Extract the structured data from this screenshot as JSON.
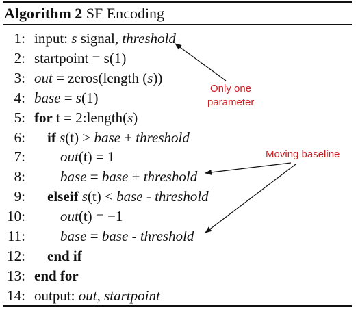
{
  "algorithm": {
    "label": "Algorithm 2",
    "name": "SF Encoding"
  },
  "lines": [
    {
      "num": "1:",
      "indent": 0,
      "parts": [
        {
          "t": "input: "
        },
        {
          "t": "s",
          "s": "it"
        },
        {
          "t": " signal, "
        },
        {
          "t": "threshold",
          "s": "it"
        }
      ]
    },
    {
      "num": "2:",
      "indent": 0,
      "parts": [
        {
          "t": "startpoint = s(1)"
        }
      ]
    },
    {
      "num": "3:",
      "indent": 0,
      "parts": [
        {
          "t": "out",
          "s": "it"
        },
        {
          "t": " = zeros(length ("
        },
        {
          "t": "s",
          "s": "it"
        },
        {
          "t": "))"
        }
      ]
    },
    {
      "num": "4:",
      "indent": 0,
      "parts": [
        {
          "t": "base",
          "s": "it"
        },
        {
          "t": " = "
        },
        {
          "t": "s",
          "s": "it"
        },
        {
          "t": "(1)"
        }
      ]
    },
    {
      "num": "5:",
      "indent": 0,
      "parts": [
        {
          "t": "for",
          "s": "kw"
        },
        {
          "t": " t = 2:length("
        },
        {
          "t": "s",
          "s": "it"
        },
        {
          "t": ")"
        }
      ]
    },
    {
      "num": "6:",
      "indent": 1,
      "parts": [
        {
          "t": "if",
          "s": "kw"
        },
        {
          "t": " "
        },
        {
          "t": "s",
          "s": "it"
        },
        {
          "t": "(t) > "
        },
        {
          "t": "base",
          "s": "it"
        },
        {
          "t": " + "
        },
        {
          "t": "threshold",
          "s": "it"
        }
      ]
    },
    {
      "num": "7:",
      "indent": 2,
      "parts": [
        {
          "t": "out",
          "s": "it"
        },
        {
          "t": "(t) = 1"
        }
      ]
    },
    {
      "num": "8:",
      "indent": 2,
      "parts": [
        {
          "t": "base",
          "s": "it"
        },
        {
          "t": " = "
        },
        {
          "t": "base",
          "s": "it"
        },
        {
          "t": " + "
        },
        {
          "t": "threshold",
          "s": "it"
        }
      ]
    },
    {
      "num": "9:",
      "indent": 1,
      "parts": [
        {
          "t": "elseif",
          "s": "kw"
        },
        {
          "t": " "
        },
        {
          "t": "s",
          "s": "it"
        },
        {
          "t": "(t) < "
        },
        {
          "t": "base",
          "s": "it"
        },
        {
          "t": " - "
        },
        {
          "t": "threshold",
          "s": "it"
        }
      ]
    },
    {
      "num": "10:",
      "indent": 2,
      "parts": [
        {
          "t": "out",
          "s": "it"
        },
        {
          "t": "(t) = −1"
        }
      ]
    },
    {
      "num": "11:",
      "indent": 2,
      "parts": [
        {
          "t": "base",
          "s": "it"
        },
        {
          "t": " = "
        },
        {
          "t": "base",
          "s": "it"
        },
        {
          "t": " - "
        },
        {
          "t": "threshold",
          "s": "it"
        }
      ]
    },
    {
      "num": "12:",
      "indent": 1,
      "parts": [
        {
          "t": "end if",
          "s": "kw"
        }
      ]
    },
    {
      "num": "13:",
      "indent": 0,
      "parts": [
        {
          "t": "end for",
          "s": "kw"
        }
      ]
    },
    {
      "num": "14:",
      "indent": 0,
      "parts": [
        {
          "t": "output: "
        },
        {
          "t": "out, startpoint",
          "s": "it"
        }
      ]
    }
  ],
  "annotations": {
    "param_line1": "Only one",
    "param_line2": "parameter",
    "baseline": "Moving baseline",
    "color": "#cc1f24"
  }
}
